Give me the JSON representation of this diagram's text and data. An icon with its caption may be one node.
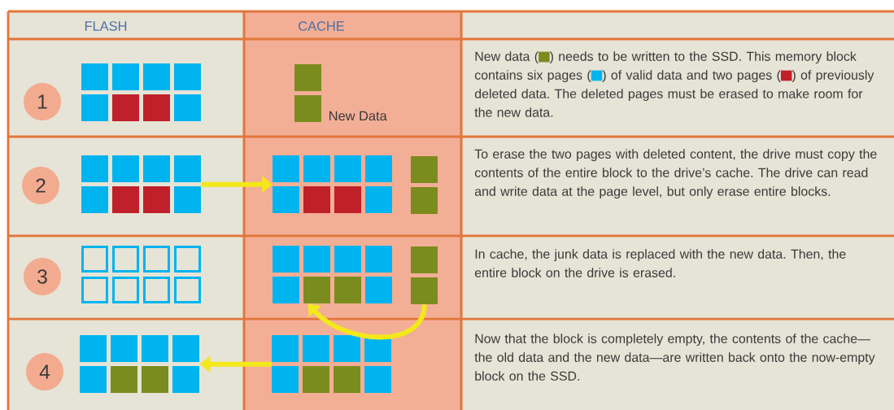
{
  "diagram": {
    "nodes": [
      {
        "text": [
          "1"
        ]
      },
      {
        "text": [],
        "shape": "box"
      },
      {
        "text": [],
        "shape": "box",
        "beside": [
          "New Data"
        ]
      },
      {
        "text": [
          "2"
        ]
      },
      {
        "text": [],
        "shape": "box"
      },
      {
        "text": [],
        "shape": "box"
      },
      {
        "text": [],
        "shape": "box"
      },
      {
        "text": [
          "3"
        ]
      },
      {
        "text": [],
        "shape": "box"
      },
      {
        "text": [],
        "shape": "box"
      },
      {
        "text": [],
        "shape": "box"
      },
      {
        "text": [
          "4"
        ]
      },
      {
        "text": [],
        "shape": "box"
      },
      {
        "text": [],
        "shape": "box"
      }
    ],
    "edges": [
      {
        "from": 4,
        "to": 5,
        "arrow": "to"
      },
      {
        "from": 10,
        "to": 9,
        "arrow": "to"
      },
      {
        "from": 13,
        "to": 12,
        "arrow": "to"
      }
    ],
    "labels": [
      "FLASH",
      "CACHE",
      "New data (",
      ") needs to be written to the SSD. This memory block contains six pages (",
      ") of valid data and two pages (",
      ") of previously deleted data. The deleted pages must be erased to make room for the new data.",
      "To erase the two pages with deleted content, the drive must copy the contents of the entire block to the drive’s cache. The drive can read and write data at the page level, but only erase entire blocks.",
      "In cache, the junk data is replaced with the new data. Then, the entire block on the drive is erased.",
      "Now that the block is completely empty, the contents of the cache—the old data and the new data—are written back onto the now-empty block on the SSD."
    ]
  }
}
